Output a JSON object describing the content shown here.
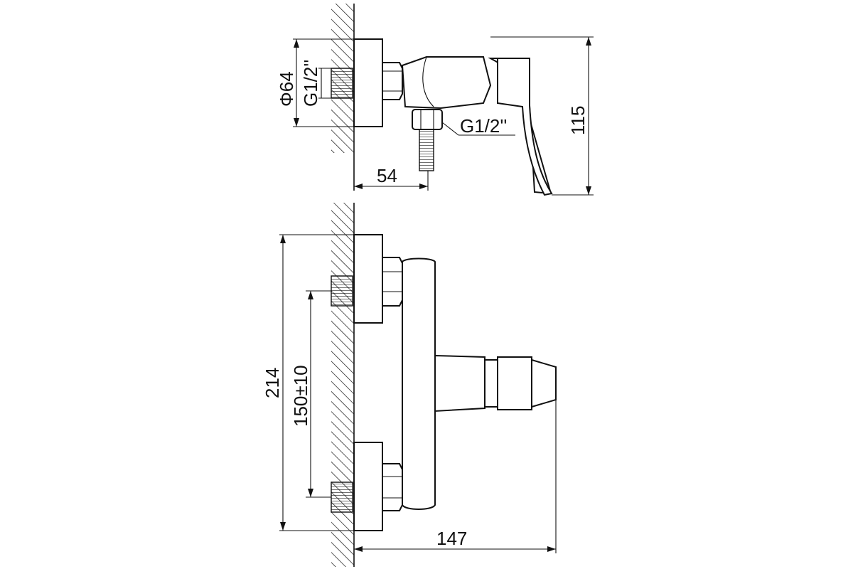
{
  "labels": {
    "top_diameter": "Φ64",
    "top_thread": "G1/2''",
    "outlet_thread": "G1/2''",
    "height": "115",
    "depth": "54",
    "overall_height": "214",
    "center_distance": "150±10",
    "overall_width": "147"
  },
  "colors": {
    "line": "#111111",
    "background": "#ffffff"
  }
}
